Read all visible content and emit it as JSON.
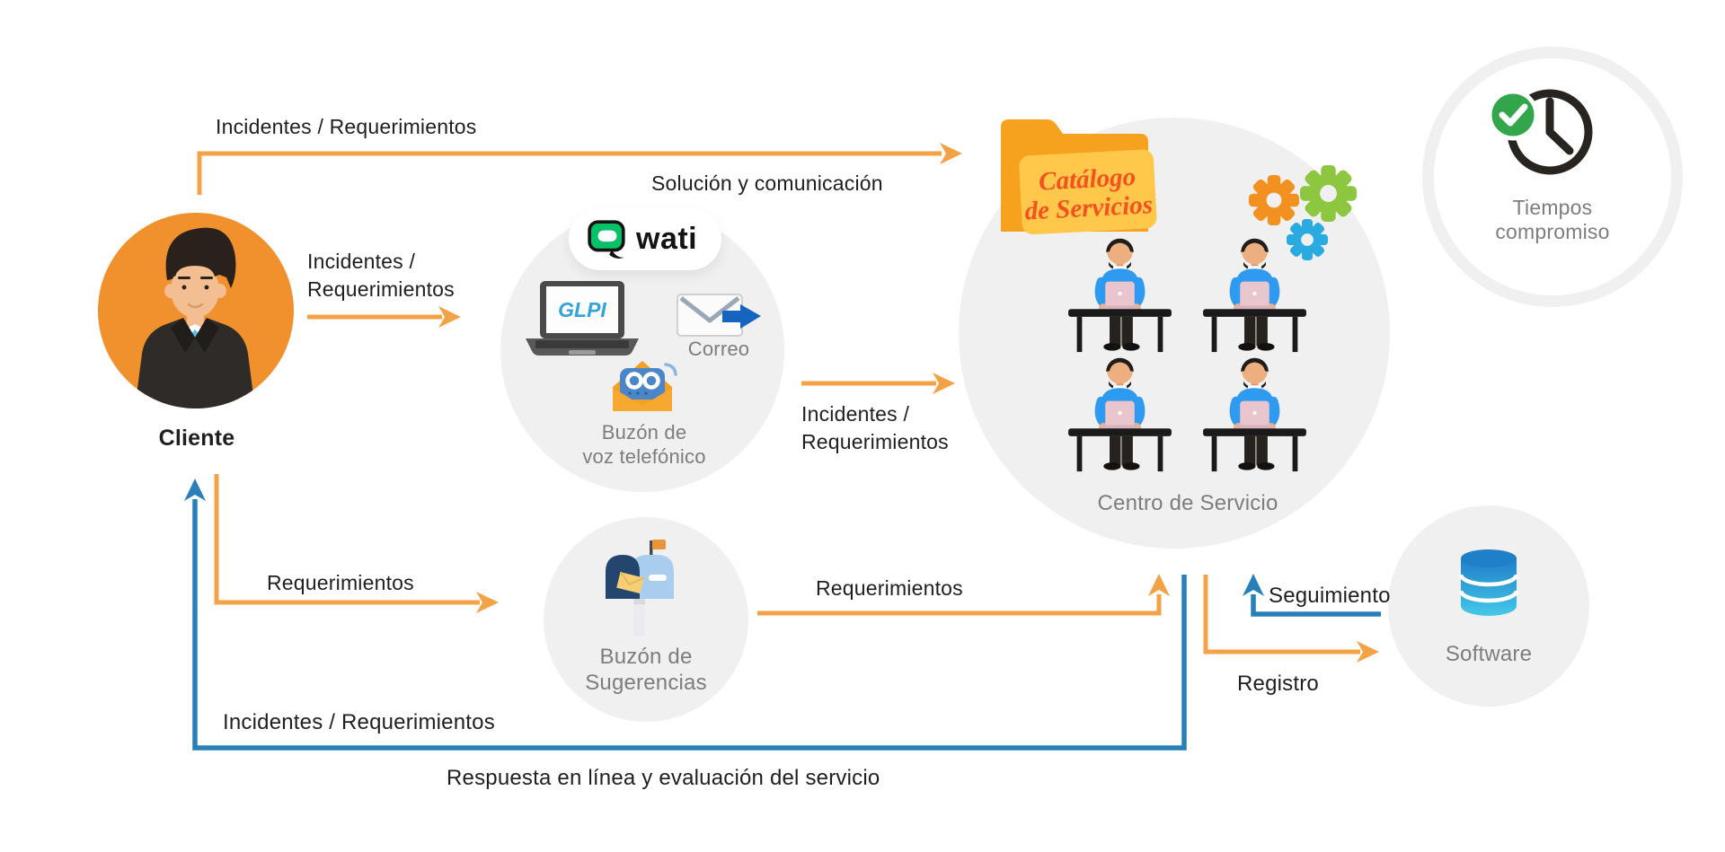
{
  "flows": {
    "top_incidents": "Incidentes / Requerimientos",
    "solution": "Solución y comunicación",
    "client_channels": "Incidentes /\nRequerimientos",
    "channels_center": "Incidentes /\nRequerimientos",
    "client_suggestions": "Requerimientos",
    "suggestions_center": "Requerimientos",
    "tracking": "Seguimiento",
    "registration": "Registro",
    "return_incidents": "Incidentes / Requerimientos",
    "response": "Respuesta en línea y evaluación del servicio"
  },
  "client": {
    "label": "Cliente"
  },
  "channels": {
    "wati": "wati",
    "glpi": "GLPI",
    "email": "Correo",
    "voicemail": "Buzón de\nvoz telefónico"
  },
  "service_center": {
    "label": "Centro de Servicio",
    "catalog_line1": "Catálogo",
    "catalog_line2": "de Servicios"
  },
  "commitment": {
    "label": "Tiempos\ncompromiso"
  },
  "suggestions": {
    "label": "Buzón de\nSugerencias"
  },
  "software": {
    "label": "Software"
  },
  "colors": {
    "arrow_orange": "#F3A245",
    "arrow_blue": "#2980B9",
    "client_circle": "#F0912D",
    "circle_gray": "#F0F0F1",
    "text_dark": "#1F1F1F",
    "text_gray": "#7D7D7D",
    "wati_green": "#06C167",
    "glpi_blue": "#35A3DB",
    "folder_orange": "#F6A21E",
    "folder_yellow": "#FFC84A",
    "catalog_text": "#F4511E",
    "gear_orange": "#F39120",
    "gear_green": "#8DC63F",
    "gear_blue": "#29ABE2",
    "check_green": "#33A64C",
    "database_blue": "#1F7FC8",
    "mailbox_navy": "#24456E",
    "mailbox_blue": "#A9CDEF"
  }
}
